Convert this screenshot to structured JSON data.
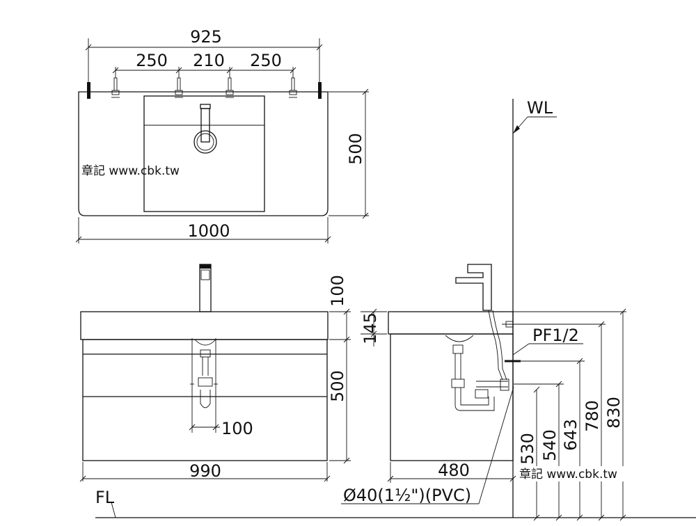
{
  "dims": {
    "overall_top": "925",
    "spacing_left": "250",
    "spacing_mid": "210",
    "spacing_right": "250",
    "top_depth": "500",
    "top_width": "1000",
    "faucet_height": "100",
    "counter_thickness": "145",
    "cabinet_height": "500",
    "drain_offset": "100",
    "cabinet_width": "990",
    "side_depth": "480",
    "h_530": "530",
    "h_540": "540",
    "h_643": "643",
    "h_780": "780",
    "h_830": "830"
  },
  "labels": {
    "water_level": "WL",
    "floor_level": "FL",
    "pf": "PF1/2",
    "drain_pipe": "Ø40(1½\")(PVC)"
  },
  "watermarks": {
    "top": "章記 www.cbk.tw",
    "bottom": "章記 www.cbk.tw"
  }
}
